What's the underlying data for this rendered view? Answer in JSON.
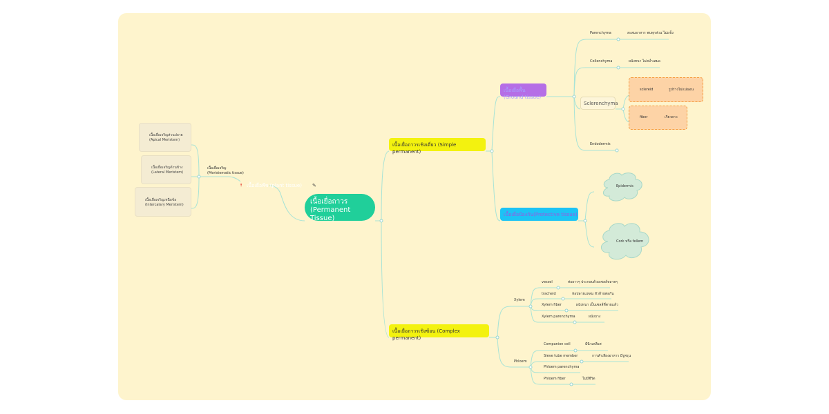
{
  "center": {
    "line1": "เนื้อเยื่อถาวร",
    "line2": "(Permanent Tissue)"
  },
  "parent_topic": {
    "label": "เนื้อเยื่อพืช (plant tissue)",
    "marker": "❢",
    "link_icon": "✎"
  },
  "meristem": {
    "label_line1": "เนื้อเยื่อเจริญ",
    "label_line2": "(Meristematic tissue)",
    "items": [
      {
        "line1": "เนื้อเยื่อเจริญส่วนปลาย",
        "line2": "(Apical Meristem)"
      },
      {
        "line1": "เนื้อเยื่อเจริญด้านข้าง",
        "line2": "(Lateral Meristem)"
      },
      {
        "line1": "เนื้อเยื่อเจริญเหนือข้อ",
        "line2": "(Intercalary Meristem)"
      }
    ]
  },
  "simple": {
    "label": "เนื้อเยื่อถาวรเชิงเดี่ยว (Simple permanent)",
    "ground": {
      "label": "เนื้อเยื่อพื้น (Ground tissue)",
      "parenchyma": {
        "label": "Parenchyma",
        "note": "สะสมอาหาร พบทุกส่วน ไม่แข็ง"
      },
      "collenchyma": {
        "label": "Collenchyma",
        "note": "ผนังหนา ไม่สม่ำเสมอ"
      },
      "sclerenchyma": {
        "label": "Sclerenchyma",
        "sclereid": {
          "label": "sclereid",
          "note": "รูปร่างไม่แน่นอน"
        },
        "fiber": {
          "label": "fiber",
          "note": "เรียวยาว"
        }
      },
      "endodermis": {
        "label": "Endodermis"
      }
    },
    "protective": {
      "label": "เนื้อเยื่อป้องกัน(Protective tissue)",
      "items": [
        "Epidermis",
        "Cork หรือ fellem"
      ]
    }
  },
  "complex": {
    "label": "เนื้อเยื่อถาวรเชิงซ้อน (Complex permanent)",
    "xylem": {
      "label": "Xylem",
      "items": [
        {
          "label": "vessel",
          "note": "ท่อยาวๆ ประกอบด้วยเซลล์หลายๆ"
        },
        {
          "label": "tracheid",
          "note": "ท่อปลายแหลม หัวท้ายต่อกัน"
        },
        {
          "label": "Xylem fiber",
          "note": "ผนังหนา เป็นเซลล์ที่ตายแล้ว"
        },
        {
          "label": "Xylem parenchyma",
          "note": "ผนังบาง"
        }
      ]
    },
    "phloem": {
      "label": "Phloem",
      "items": [
        {
          "label": "Companion cell",
          "note": "มีนิวเคลียส"
        },
        {
          "label": "Sieve tube member",
          "note": "การลำเลียงอาหาร มีรูพรุน"
        },
        {
          "label": "Phloem parenchyma",
          "note": ""
        },
        {
          "label": "Phloem fiber",
          "note": "ไม่มีชีวิต"
        }
      ]
    }
  },
  "colors": {
    "canvas": "#fef4cd",
    "center": "#20cf9a",
    "branch_line": "#a8e3d6",
    "highlight": "#f3f20f",
    "purple": "#b56ee6",
    "cyan": "#1cc3f5",
    "orange": "#fdd3a6"
  }
}
